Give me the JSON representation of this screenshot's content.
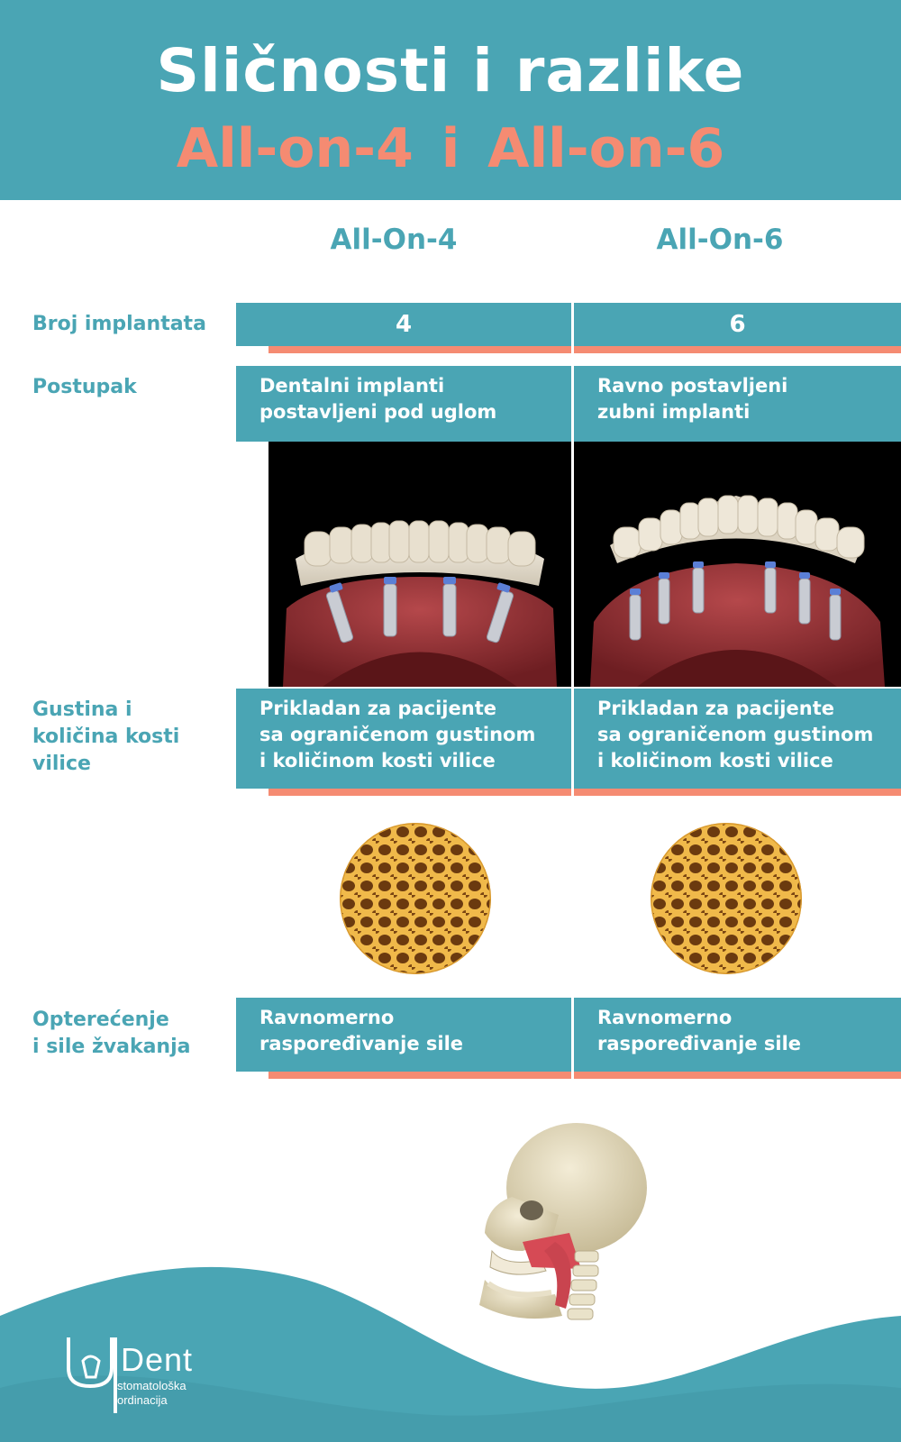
{
  "header": {
    "title": "Sličnosti i razlike",
    "subtitle": "All-on-4  i  All-on-6"
  },
  "columns": {
    "left": "All-On-4",
    "right": "All-On-6"
  },
  "rows": {
    "implants": {
      "label": "Broj implantata",
      "left": "4",
      "right": "6"
    },
    "procedure": {
      "label": "Postupak",
      "left_line1": "Dentalni implanti",
      "left_line2": "postavljeni pod uglom",
      "right_line1": "Ravno postavljeni",
      "right_line2": "zubni implanti"
    },
    "density": {
      "label_line1": "Gustina i",
      "label_line2": "količina kosti",
      "label_line3": "vilice",
      "left_line1": "Prikladan za pacijente",
      "left_line2": "sa ograničenom gustinom",
      "left_line3": "i količinom kosti vilice",
      "right_line1": "Prikladan za pacijente",
      "right_line2": "sa ograničenom gustinom",
      "right_line3": "i količinom kosti vilice"
    },
    "load": {
      "label_line1": "Opterećenje",
      "label_line2": "i sile žvakanja",
      "left_line1": "Ravnomerno",
      "left_line2": "raspoređivanje sile",
      "right_line1": "Ravnomerno",
      "right_line2": "raspoređivanje sile"
    }
  },
  "logo": {
    "name": "Dent",
    "sub1": "stomatološka",
    "sub2": "ordinacija"
  },
  "colors": {
    "teal": "#4aa5b4",
    "coral": "#f58b72",
    "white": "#ffffff"
  },
  "icons": [
    "dental-implant-illustration",
    "bone-tissue-illustration",
    "skull-jaw-illustration",
    "tooth-logo-icon"
  ]
}
